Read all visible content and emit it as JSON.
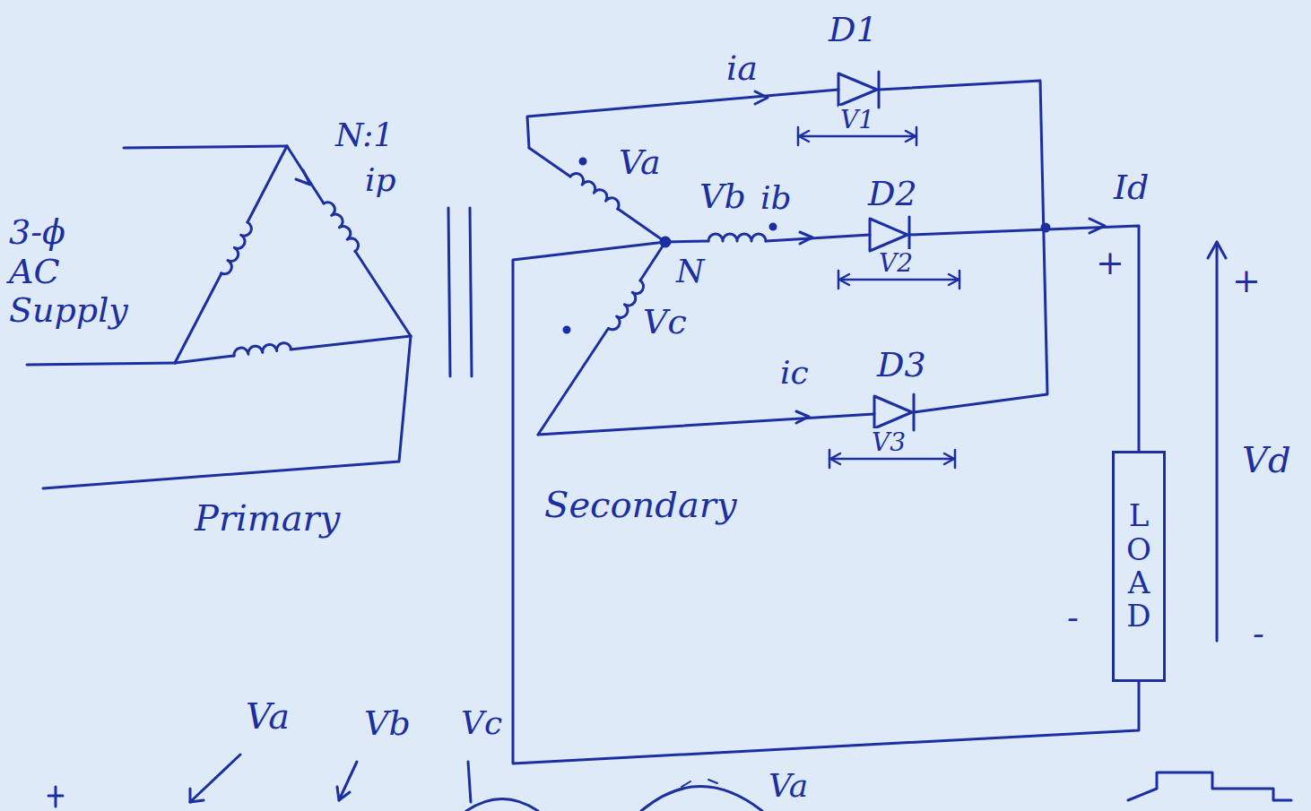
{
  "diagram": {
    "nodes": [
      {
        "text": [
          "LOAD"
        ]
      }
    ],
    "labels": [
      "ia",
      "D1",
      "V1",
      "N:1",
      "ip",
      "Va",
      "Vb",
      "ib",
      "D2",
      "V2",
      "N",
      "Vc",
      "ic",
      "D3",
      "V3",
      "Id",
      "+",
      "+",
      "3-ϕ AC Supply",
      "Primary",
      "Secondary",
      "Vd",
      "-",
      "-",
      "Va",
      "Vb",
      "Vc",
      "Va"
    ]
  }
}
